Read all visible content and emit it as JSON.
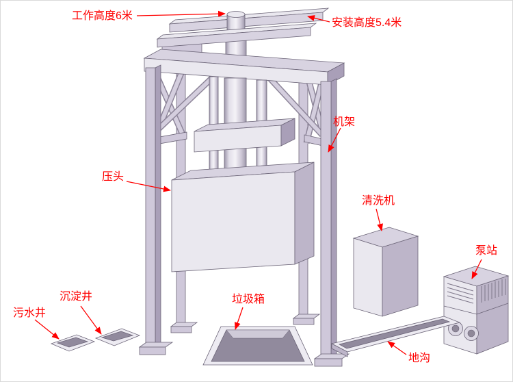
{
  "diagram": {
    "type": "labeled technical illustration of a vertical garbage compactor station",
    "label_color": "#ff0000",
    "palette": {
      "face_light": "#eae8ef",
      "face_mid": "#cfc8da",
      "face_dark": "#a99fb8",
      "face_top": "#d8d3e1",
      "outline": "#6b6477"
    },
    "labels": {
      "working_height": "工作高度6米",
      "install_height": "安装高度5.4米",
      "frame": "机架",
      "press_head": "压头",
      "washer": "清洗机",
      "pump_station": "泵站",
      "settling_well": "沉淀井",
      "sewage_well": "污水井",
      "garbage_bin": "垃圾箱",
      "trench": "地沟"
    }
  }
}
